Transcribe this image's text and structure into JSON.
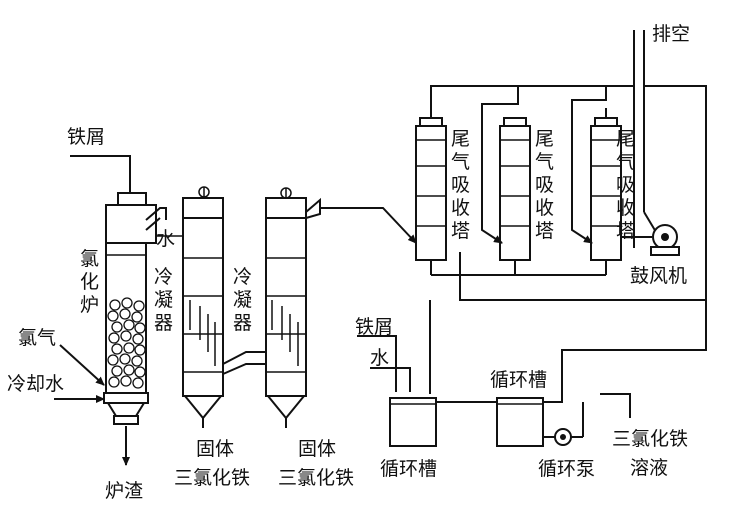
{
  "labels": {
    "vent": "排空",
    "iron_scrap_top": "铁屑",
    "water_condenser": "水",
    "chlorination_furnace": "氯化炉",
    "condenser_1": "冷凝器",
    "condenser_2": "冷凝器",
    "chlorine_gas": "氯气",
    "cooling_water": "冷却水",
    "furnace_slag": "炉渣",
    "solid_fecl3_1_a": "固体",
    "solid_fecl3_1_b": "三氯化铁",
    "solid_fecl3_2_a": "固体",
    "solid_fecl3_2_b": "三氯化铁",
    "tail_gas_tower_1": "尾气吸收塔",
    "tail_gas_tower_2": "尾气吸收塔",
    "tail_gas_tower_3": "尾气吸收塔",
    "blower": "鼓风机",
    "iron_scrap_tank": "铁屑",
    "water_tank": "水",
    "circulation_tank_bottom": "循环槽",
    "circulation_tank_top": "循环槽",
    "circulation_pump": "循环泵",
    "fecl3_solution_a": "三氯化铁",
    "fecl3_solution_b": "溶液"
  }
}
